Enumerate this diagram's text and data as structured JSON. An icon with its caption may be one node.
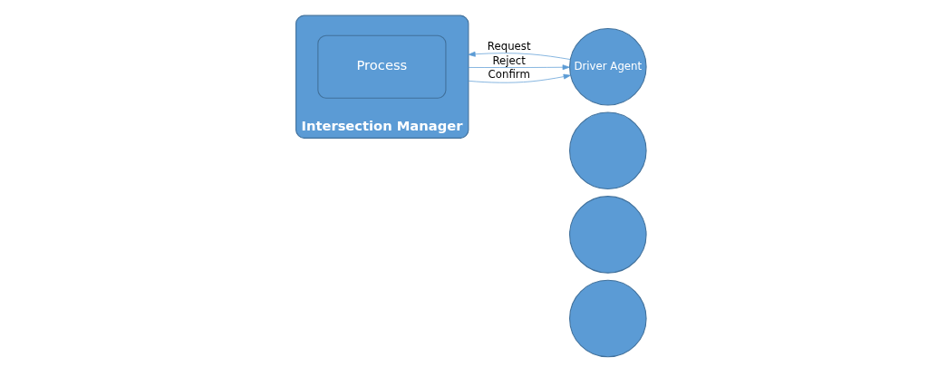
{
  "diagram": {
    "nodes": [
      {
        "text": [],
        "shape": "circle"
      },
      {
        "text": [],
        "shape": "circle"
      },
      {
        "text": [],
        "shape": "circle"
      },
      {
        "text": [
          "Driver Agent"
        ]
      },
      {
        "text": [
          "Intersection Manager"
        ]
      },
      {
        "text": [
          "Process"
        ],
        "in": 4
      }
    ],
    "edges": [
      {
        "from": 3,
        "to": 4,
        "arrow": "to",
        "label": "Request"
      },
      {
        "from": 4,
        "to": 3,
        "arrow": "to",
        "label": "Reject"
      },
      {
        "from": 4,
        "to": 3,
        "arrow": "to",
        "label": "Confirm"
      }
    ]
  }
}
